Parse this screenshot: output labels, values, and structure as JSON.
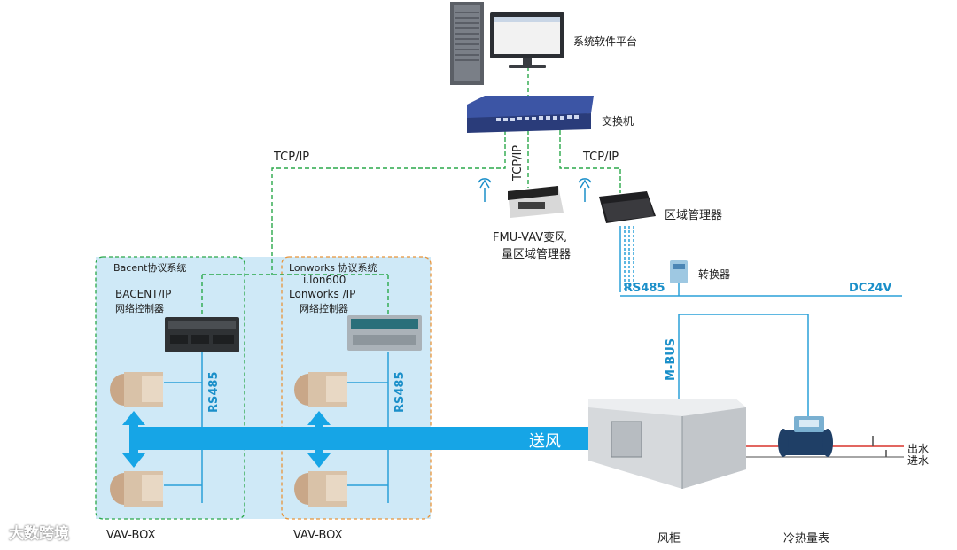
{
  "labels": {
    "platform": "系统软件平台",
    "switch": "交换机",
    "tcpip_left": "TCP/IP",
    "tcpip_mid": "TCP/IP",
    "tcpip_right": "TCP/IP",
    "fmu_line1": "FMU-VAV变风",
    "fmu_line2": "量区域管理器",
    "zone_manager": "区域管理器",
    "converter": "转换器",
    "rs485_top": "RS485",
    "dc24v": "DC24V",
    "mbus": "M-BUS",
    "bacnet_system": "Bacent协议系统",
    "bacnet_ctrl_line1": "BACENT/IP",
    "bacnet_ctrl_line2": "网络控制器",
    "lon_system": "Lonworks 协议系统",
    "lon_ctrl_line1": "i.lon600",
    "lon_ctrl_line2": "Lonworks /IP",
    "lon_ctrl_line3": "网络控制器",
    "rs485_left": "RS485",
    "rs485_right": "RS485",
    "supply_air": "送风",
    "outlet_water": "出水",
    "inlet_water": "进水",
    "vavbox_left": "VAV-BOX",
    "vavbox_right": "VAV-BOX",
    "ahu": "风柜",
    "heat_meter": "冷热量表",
    "watermark": "大数跨境"
  },
  "colors": {
    "network_line": "#2aa84a",
    "bus_line": "#2aa0d8",
    "supply_arrow": "#16a5e6",
    "zone_fill": "#cde9f7"
  }
}
